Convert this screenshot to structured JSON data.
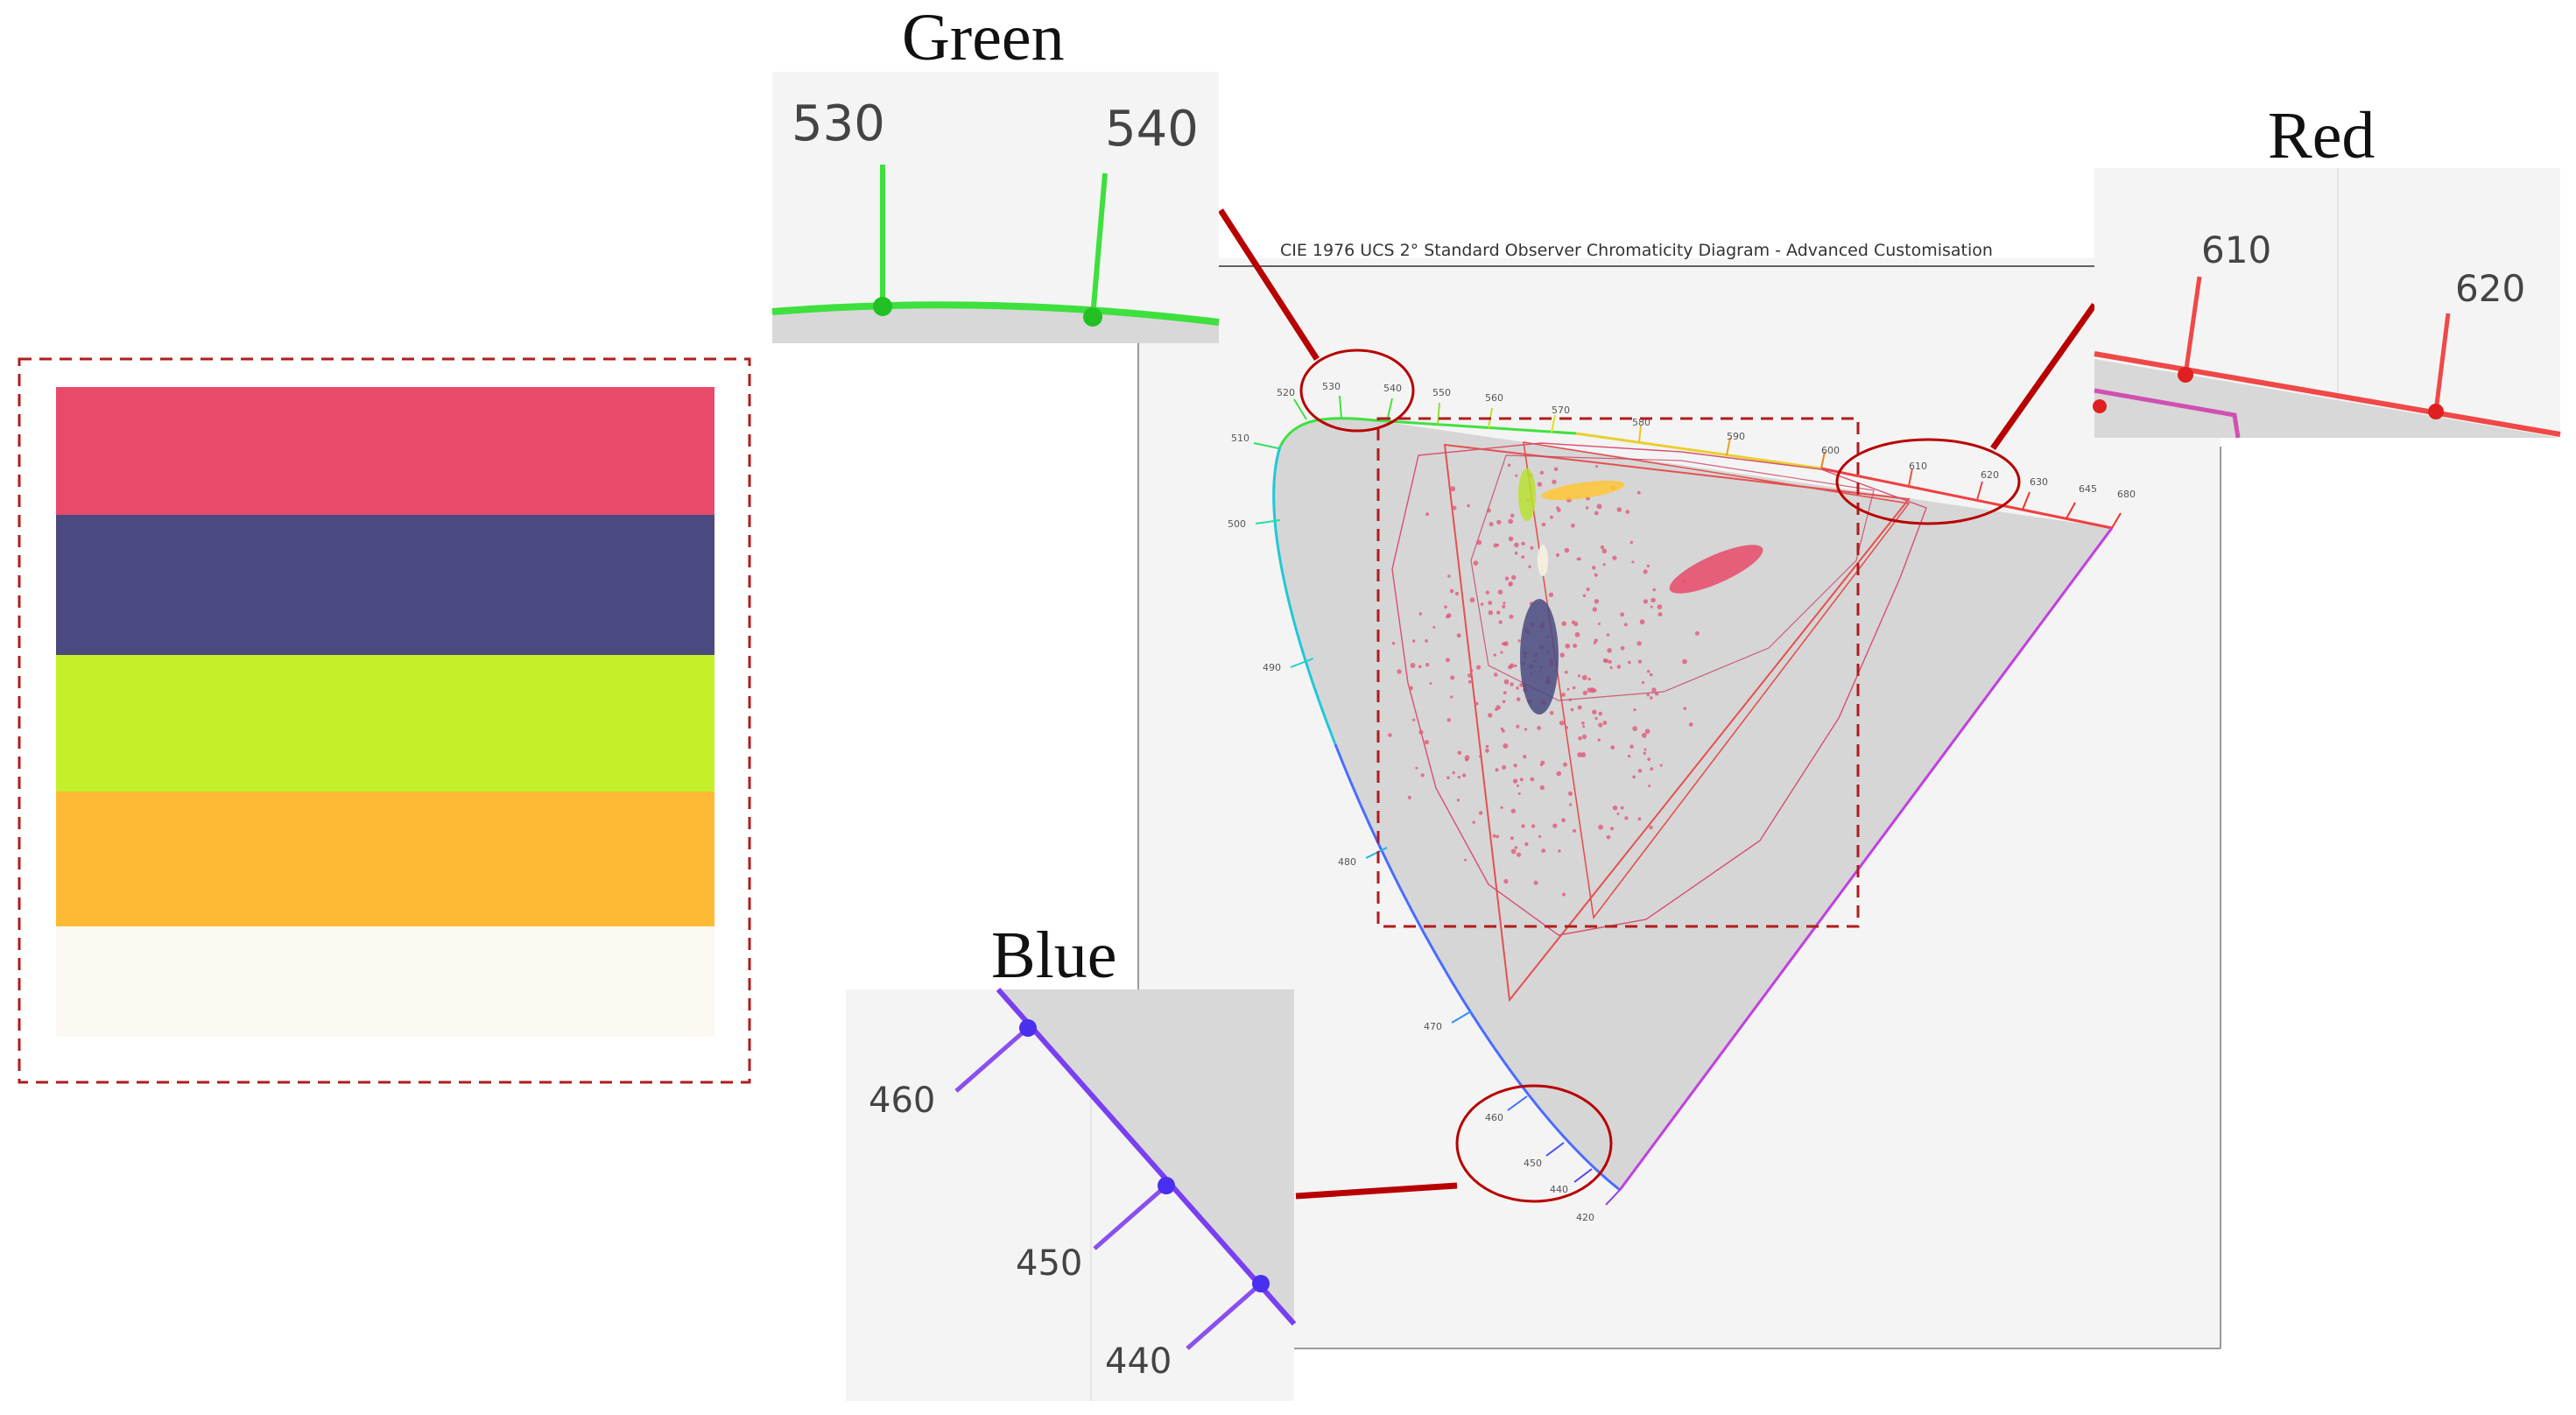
{
  "figure": {
    "sample_stripes": [
      {
        "name": "red",
        "color": "#ea4a6a"
      },
      {
        "name": "blue",
        "color": "#4a4a80"
      },
      {
        "name": "green",
        "color": "#c4f029"
      },
      {
        "name": "orange",
        "color": "#ffba35"
      },
      {
        "name": "white",
        "color": "#fbf9f2"
      }
    ],
    "diagram": {
      "title": "CIE 1976 UCS 2° Standard Observer Chromaticity Diagram - Advanced Customisation",
      "wavelength_labels": [
        {
          "nm": "420",
          "color": "#8a3fe0"
        },
        {
          "nm": "440",
          "color": "#5a3fff"
        },
        {
          "nm": "450",
          "color": "#4a4fff"
        },
        {
          "nm": "460",
          "color": "#3c6cff"
        },
        {
          "nm": "470",
          "color": "#3090ff"
        },
        {
          "nm": "480",
          "color": "#25b0f0"
        },
        {
          "nm": "490",
          "color": "#20d0d0"
        },
        {
          "nm": "500",
          "color": "#20e0a0"
        },
        {
          "nm": "510",
          "color": "#30e060"
        },
        {
          "nm": "520",
          "color": "#40e040"
        },
        {
          "nm": "530",
          "color": "#40e040"
        },
        {
          "nm": "540",
          "color": "#50e040"
        },
        {
          "nm": "550",
          "color": "#90e030"
        },
        {
          "nm": "560",
          "color": "#c0e020"
        },
        {
          "nm": "570",
          "color": "#e0e020"
        },
        {
          "nm": "580",
          "color": "#f0c020"
        },
        {
          "nm": "590",
          "color": "#f0a020"
        },
        {
          "nm": "600",
          "color": "#f08020"
        },
        {
          "nm": "610",
          "color": "#f05040"
        },
        {
          "nm": "620",
          "color": "#f04040"
        },
        {
          "nm": "630",
          "color": "#f03030"
        },
        {
          "nm": "645",
          "color": "#f03030"
        },
        {
          "nm": "680",
          "color": "#f03030"
        }
      ]
    },
    "callouts": {
      "green": {
        "label": "Green",
        "ticks": [
          "530",
          "540"
        ],
        "color": "#3ee03e"
      },
      "red": {
        "label": "Red",
        "ticks": [
          "610",
          "620"
        ],
        "color": "#f04848"
      },
      "blue": {
        "label": "Blue",
        "ticks": [
          "460",
          "450",
          "440"
        ],
        "color": "#7a3ff0"
      }
    },
    "colors": {
      "highlight_red": "#b80000",
      "dashed_box": "#b01c1c",
      "gamut_fill": "#d6d6d6",
      "triangle": "#e55050",
      "points": "#e05a7a"
    }
  }
}
